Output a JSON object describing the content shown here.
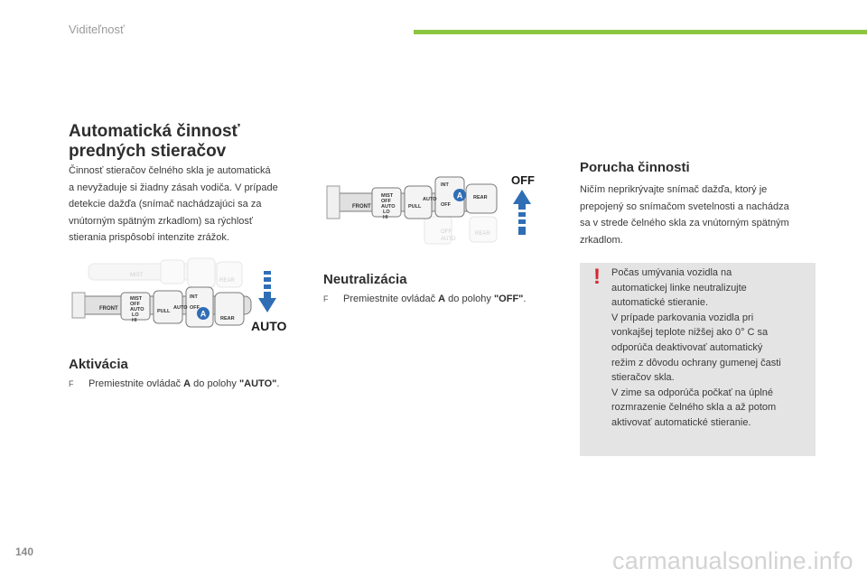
{
  "header": {
    "section_title": "Viditeľnosť",
    "accent_color": "#8cc63f"
  },
  "left": {
    "title_line1": "Automatická činnosť",
    "title_line2": "predných stieračov",
    "intro": [
      "Činnosť stieračov čelného skla je automatická",
      "a nevyžaduje si žiadny zásah vodiča. V prípade",
      "detekcie dažďa (snímač nachádzajúci sa za",
      "vnútorným spätným zrkadlom) sa rýchlosť",
      "stierania prispôsobí intenzite zrážok."
    ],
    "figure": {
      "stalk_labels": [
        "MIST",
        "OFF",
        "AUTO",
        "LO",
        "HI",
        "PULL",
        "FRONT",
        "INT",
        "OFF",
        "AUTO",
        "REAR"
      ],
      "marker": "A",
      "position_label": "AUTO"
    },
    "activation": {
      "heading": "Aktivácia",
      "text_before": "Premiestnite ovládač ",
      "control": "A",
      "text_middle": " do polohy ",
      "position": "\"AUTO\"",
      "text_after": "."
    }
  },
  "middle": {
    "figure": {
      "stalk_labels": [
        "MIST",
        "OFF",
        "AUTO",
        "LO",
        "HI",
        "PULL",
        "FRONT",
        "INT",
        "OFF",
        "AUTO",
        "REAR"
      ],
      "marker": "A",
      "position_label": "OFF"
    },
    "neutralization": {
      "heading": "Neutralizácia",
      "text_before": "Premiestnite ovládač ",
      "control": "A",
      "text_middle": " do polohy ",
      "position": "\"OFF\"",
      "text_after": "."
    }
  },
  "right": {
    "malfunction": {
      "heading": "Porucha činnosti",
      "lines": [
        "Ničím neprikrývajte snímač dažďa, ktorý je",
        "prepojený so snímačom svetelnosti a nachádza",
        "sa v strede čelného skla za vnútorným spätným",
        "zrkadlom."
      ]
    },
    "warning": {
      "mark": "!",
      "accent_color": "#d8262f",
      "lines": [
        "Počas umývania vozidla na",
        "automatickej linke neutralizujte",
        "automatické stieranie.",
        "V prípade parkovania vozidla pri",
        "vonkajšej teplote nižšej ako 0° C sa",
        "odporúča deaktivovať automatický",
        "režim z dôvodu ochrany gumenej časti",
        "stieračov skla.",
        "V zime sa odporúča počkať na úplné",
        "rozmrazenie čelného skla a až potom",
        "aktivovať automatické stieranie."
      ]
    }
  },
  "footer": {
    "page_number": "140",
    "watermark": "carmanualsonline.info"
  },
  "bullet_symbol": "F"
}
